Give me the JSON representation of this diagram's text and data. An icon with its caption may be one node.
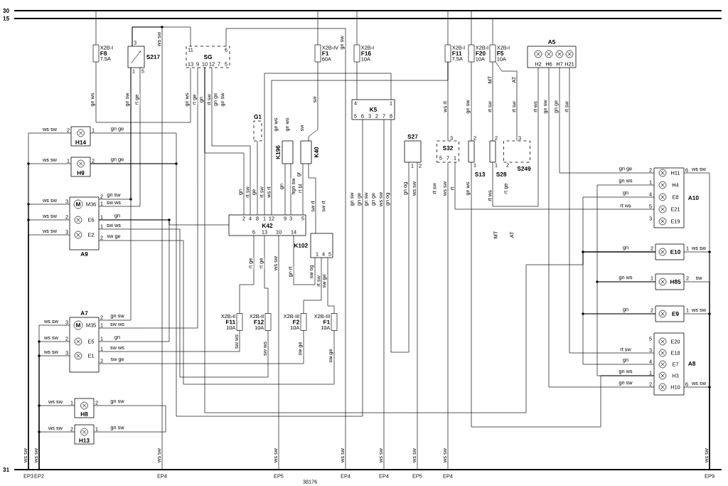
{
  "diagram": {
    "nodes": [
      {
        "text": [
          "30"
        ]
      },
      {
        "text": [
          "15"
        ]
      },
      {
        "text": [
          "31"
        ]
      },
      {
        "text": [
          "X2B-I",
          "F8",
          "7,5A"
        ]
      },
      {
        "text": [
          "S217"
        ],
        "beside": [
          "3",
          "1",
          "5"
        ]
      },
      {
        "text": [
          "SG",
          "11",
          "6",
          "13",
          "9",
          "10",
          "12",
          "7",
          "5"
        ]
      },
      {
        "text": [
          "G1"
        ]
      },
      {
        "text": [
          "K196"
        ]
      },
      {
        "text": [
          "K40"
        ]
      },
      {
        "text": [
          "X2B-IV",
          "F1",
          "60A"
        ]
      },
      {
        "text": [
          "X2B-I",
          "F16",
          "10A"
        ]
      },
      {
        "text": [
          "K5",
          "4",
          "1",
          "5",
          "6",
          "3",
          "2",
          "7",
          "8"
        ]
      },
      {
        "text": [
          "S27"
        ],
        "beside": [
          "1",
          "2"
        ]
      },
      {
        "text": [
          "S32",
          "5",
          "7",
          "1"
        ],
        "beside": [
          "3"
        ]
      },
      {
        "text": [
          "X2B-I",
          "F11",
          "7,5A"
        ]
      },
      {
        "text": [
          "X2B-I",
          "F20",
          "10A"
        ]
      },
      {
        "text": [
          "X2B-I",
          "F5",
          "10A"
        ]
      },
      {
        "text": [
          "S13"
        ],
        "beside": [
          "2",
          "1"
        ]
      },
      {
        "text": [
          "S28"
        ],
        "beside": [
          "2",
          "1"
        ]
      },
      {
        "text": [
          "S249"
        ],
        "beside": [
          "3",
          "2"
        ]
      },
      {
        "text": [
          "A5",
          "H2",
          "H6",
          "H7",
          "H21"
        ]
      },
      {
        "text": [
          "H14"
        ],
        "beside": [
          "2",
          "1"
        ]
      },
      {
        "text": [
          "H9"
        ],
        "beside": [
          "1",
          "2"
        ]
      },
      {
        "text": [
          "M",
          "M36",
          "E6",
          "E2",
          "A9"
        ],
        "beside": [
          "2",
          "3",
          "1",
          "2",
          "1",
          "3",
          "1",
          "2"
        ]
      },
      {
        "text": [
          "K42",
          "2",
          "4",
          "8",
          "1",
          "12",
          "9",
          "3",
          "5",
          "6",
          "13",
          "10",
          "14"
        ]
      },
      {
        "text": [
          "K102",
          "1",
          "4",
          "5"
        ]
      },
      {
        "text": [
          "A7",
          "M",
          "M35",
          "E5",
          "E1"
        ],
        "beside": [
          "3",
          "2",
          "1",
          "2",
          "1",
          "3",
          "1",
          "2"
        ]
      },
      {
        "text": [
          "X2B-II",
          "F11",
          "10A"
        ]
      },
      {
        "text": [
          "X2B-II",
          "F12",
          "10A"
        ]
      },
      {
        "text": [
          "X2B-III",
          "F2",
          "10A"
        ]
      },
      {
        "text": [
          "X2B-III",
          "F1",
          "10A"
        ]
      },
      {
        "text": [
          "H8"
        ],
        "beside": [
          "1",
          "2"
        ]
      },
      {
        "text": [
          "H13"
        ],
        "beside": [
          "2",
          "1"
        ]
      },
      {
        "text": [
          "H11",
          "H4",
          "E8",
          "E21",
          "E19",
          "A10"
        ],
        "beside": [
          "2",
          "1",
          "4",
          "5",
          "3",
          "6"
        ]
      },
      {
        "text": [
          "E10"
        ],
        "beside": [
          "2",
          "1"
        ]
      },
      {
        "text": [
          "H85"
        ],
        "beside": [
          "1",
          "2"
        ]
      },
      {
        "text": [
          "E9"
        ],
        "beside": [
          "2",
          "1"
        ]
      },
      {
        "text": [
          "E20",
          "E18",
          "E7",
          "H3",
          "H10",
          "A8"
        ],
        "beside": [
          "5",
          "3",
          "4",
          "1",
          "2",
          "6"
        ]
      }
    ],
    "edges": [
      {
        "from": 0,
        "to": 3,
        "arrow": "none"
      },
      {
        "from": 3,
        "to": 5,
        "arrow": "none",
        "label": "gn ws"
      },
      {
        "from": 0,
        "to": 9,
        "arrow": "none"
      },
      {
        "from": 9,
        "to": 8,
        "arrow": "none",
        "label": "sw"
      },
      {
        "from": 0,
        "to": 10,
        "arrow": "none"
      },
      {
        "from": 10,
        "to": 11,
        "arrow": "none"
      },
      {
        "from": 0,
        "to": 14,
        "arrow": "none"
      },
      {
        "from": 14,
        "to": 13,
        "arrow": "none",
        "label": "ws rt"
      },
      {
        "from": 0,
        "to": 15,
        "arrow": "none"
      },
      {
        "from": 15,
        "to": 17,
        "arrow": "none",
        "label": "gn sw"
      },
      {
        "from": 1,
        "to": 16,
        "arrow": "none"
      },
      {
        "from": 16,
        "to": 18,
        "arrow": "none",
        "label": "rt sw"
      },
      {
        "from": 16,
        "to": 19,
        "arrow": "none",
        "label": "rt sw"
      },
      {
        "from": 4,
        "to": 5,
        "arrow": "none"
      },
      {
        "from": 4,
        "to": 2,
        "arrow": "none",
        "label": "ws sw"
      },
      {
        "from": 4,
        "to": 23,
        "arrow": "none",
        "label": "gn sw"
      },
      {
        "from": 4,
        "to": 23,
        "arrow": "none",
        "label": "rt ge"
      },
      {
        "from": 21,
        "to": 2,
        "arrow": "none",
        "label": "ws sw"
      },
      {
        "from": 22,
        "to": 2,
        "arrow": "none",
        "label": "ws sw"
      },
      {
        "from": 23,
        "to": 2,
        "arrow": "none",
        "label": "ws sw"
      },
      {
        "from": 23,
        "to": 2,
        "arrow": "none",
        "label": "ws sw"
      },
      {
        "from": 23,
        "to": 2,
        "arrow": "none",
        "label": "ws sw"
      },
      {
        "from": 21,
        "to": 22,
        "arrow": "none",
        "label": "gn ge"
      },
      {
        "from": 22,
        "to": 11,
        "arrow": "none",
        "label": "gn ge"
      },
      {
        "from": 26,
        "to": 2,
        "arrow": "none",
        "label": "ws sw"
      },
      {
        "from": 26,
        "to": 2,
        "arrow": "none",
        "label": "ws sw"
      },
      {
        "from": 26,
        "to": 2,
        "arrow": "none",
        "label": "ws sw"
      },
      {
        "from": 31,
        "to": 2,
        "arrow": "none",
        "label": "ws sw"
      },
      {
        "from": 32,
        "to": 2,
        "arrow": "none",
        "label": "ws sw"
      },
      {
        "from": 26,
        "to": 4,
        "arrow": "none",
        "label": "gn sw"
      },
      {
        "from": 26,
        "to": 5,
        "arrow": "none",
        "label": "sw ws"
      },
      {
        "from": 23,
        "to": 24,
        "arrow": "none",
        "label": "gn"
      },
      {
        "from": 26,
        "to": 23,
        "arrow": "none",
        "label": "gn"
      },
      {
        "from": 31,
        "to": 32,
        "arrow": "none",
        "label": "gn sw"
      },
      {
        "from": 24,
        "to": 27,
        "arrow": "none",
        "label": "rt ge"
      },
      {
        "from": 24,
        "to": 28,
        "arrow": "none",
        "label": "rt ge"
      },
      {
        "from": 25,
        "to": 29,
        "arrow": "none",
        "label": "rt sw"
      },
      {
        "from": 25,
        "to": 30,
        "arrow": "none",
        "label": "sw ge"
      },
      {
        "from": 27,
        "to": 26,
        "arrow": "none",
        "label": "sw ws"
      },
      {
        "from": 28,
        "to": 23,
        "arrow": "none",
        "label": "sw ws"
      },
      {
        "from": 29,
        "to": 26,
        "arrow": "none",
        "label": "sw ge"
      },
      {
        "from": 30,
        "to": 23,
        "arrow": "none",
        "label": "sw ge"
      },
      {
        "from": 6,
        "to": 24,
        "arrow": "none",
        "label": "ge"
      },
      {
        "from": 7,
        "to": 24,
        "arrow": "none",
        "label": "gn"
      },
      {
        "from": 7,
        "to": 24,
        "arrow": "none",
        "label": "hgn sw"
      },
      {
        "from": 8,
        "to": 24,
        "arrow": "none",
        "label": "rt bl"
      },
      {
        "from": 8,
        "to": 25,
        "arrow": "none",
        "label": "sw rt"
      },
      {
        "from": 5,
        "to": 24,
        "arrow": "none",
        "label": "rt sw"
      },
      {
        "from": 5,
        "to": 24,
        "arrow": "none",
        "label": "gn"
      },
      {
        "from": 20,
        "to": 33,
        "arrow": "none",
        "label": "gn ge"
      },
      {
        "from": 20,
        "to": 37,
        "arrow": "none",
        "label": "gn sw"
      },
      {
        "from": 20,
        "to": 37,
        "arrow": "none",
        "label": "rt sw"
      },
      {
        "from": 20,
        "to": 18,
        "arrow": "none",
        "label": "rt ws"
      },
      {
        "from": 33,
        "to": 2,
        "arrow": "none",
        "label": "ws sw"
      },
      {
        "from": 34,
        "to": 2,
        "arrow": "none",
        "label": "ws sw"
      },
      {
        "from": 35,
        "to": 2,
        "arrow": "none",
        "label": "sw"
      },
      {
        "from": 36,
        "to": 2,
        "arrow": "none",
        "label": "ws sw"
      },
      {
        "from": 37,
        "to": 2,
        "arrow": "none",
        "label": "ws sw"
      },
      {
        "from": 13,
        "to": 33,
        "arrow": "none",
        "label": "rt"
      },
      {
        "from": 34,
        "to": 33,
        "arrow": "none",
        "label": "gn"
      },
      {
        "from": 36,
        "to": 34,
        "arrow": "none",
        "label": "gn"
      },
      {
        "from": 37,
        "to": 36,
        "arrow": "none",
        "label": "gn"
      },
      {
        "from": 35,
        "to": 33,
        "arrow": "none",
        "label": "gn ws"
      },
      {
        "from": 37,
        "to": 35,
        "arrow": "none",
        "label": "gn ws"
      },
      {
        "from": 34,
        "to": 5,
        "arrow": "none"
      },
      {
        "from": 13,
        "to": 2,
        "arrow": "none",
        "label": "ws sw"
      },
      {
        "from": 12,
        "to": 2,
        "arrow": "none",
        "label": "ws sw"
      },
      {
        "from": 12,
        "to": 11,
        "arrow": "none",
        "label": "gn og"
      },
      {
        "from": 17,
        "to": 37,
        "arrow": "none",
        "label": "gn ws"
      },
      {
        "from": 11,
        "to": 2,
        "arrow": "none",
        "label": "ws sw"
      },
      {
        "from": 24,
        "to": 14,
        "arrow": "none",
        "label": "ws rt"
      },
      {
        "from": 24,
        "to": 11,
        "arrow": "none",
        "label": "rt sw"
      },
      {
        "from": 25,
        "to": 24,
        "arrow": "none",
        "label": "sw og"
      },
      {
        "from": 24,
        "to": 2,
        "arrow": "none",
        "label": "ws sw"
      },
      {
        "from": 5,
        "to": 2,
        "arrow": "none",
        "label": "gn sw"
      }
    ],
    "labels": [
      "MT",
      "AT",
      "gn ws",
      "gn ws",
      "sw",
      "gn ws",
      "rt ge",
      "gn ge",
      "gn sw",
      "gn sw",
      "sw ws",
      "sw ws",
      "sw ge",
      "gn",
      "rt sw",
      "gr",
      "sw rt",
      "gn rt",
      "gn sw",
      "gn ge",
      "gn sw",
      "gn ge",
      "gn og",
      "rt sw",
      "rt ws",
      "rt ge",
      "gn ge",
      "gn ws",
      "gn",
      "rt ws",
      "MT",
      "AT",
      "sw ws",
      "sw ge",
      "rt sw",
      "gn sw",
      "gn sw",
      "ws sw",
      "ws sw",
      "ws sw",
      "ws sw",
      "ws sw",
      "ws sw",
      "ws sw",
      "ws sw",
      "ws sw",
      "EP3",
      "EP2",
      "EP4",
      "EP5",
      "EP4",
      "EP4",
      "EP5",
      "EP4",
      "EP9",
      "38176"
    ]
  }
}
